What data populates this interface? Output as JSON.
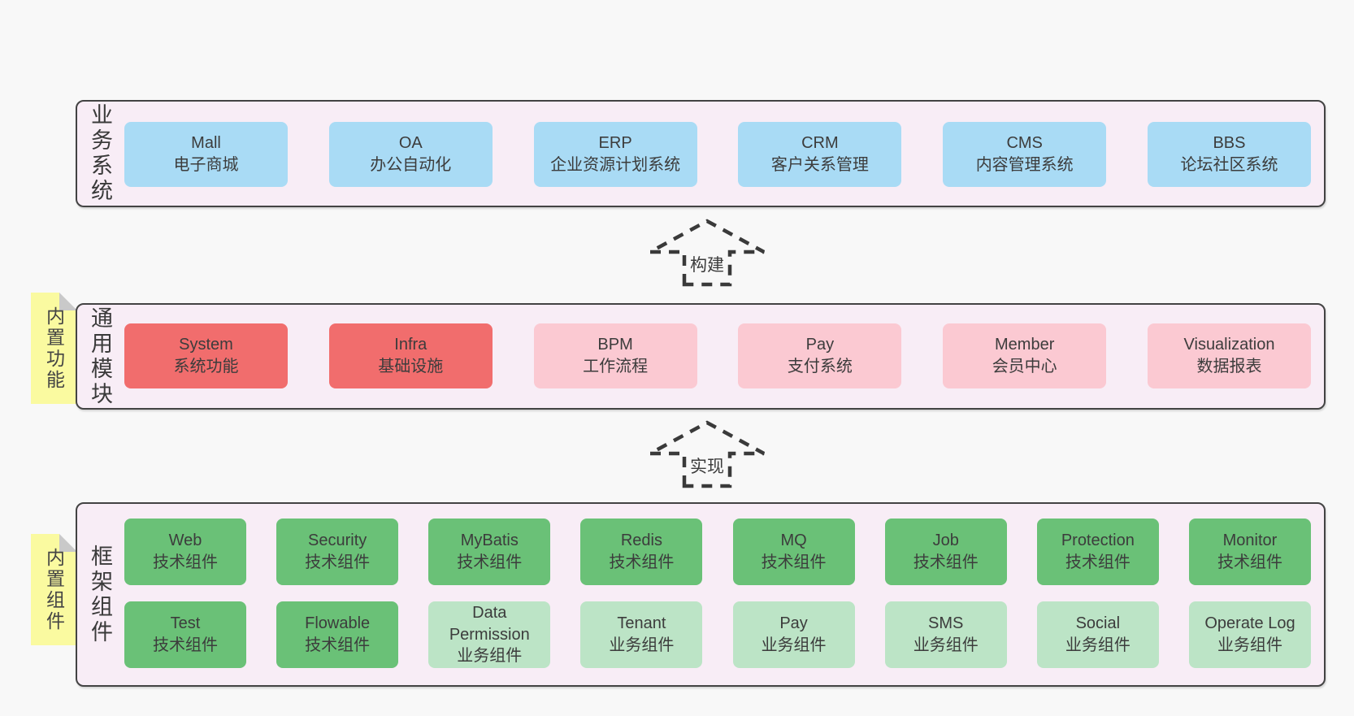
{
  "colors": {
    "page_bg": "#f8f8f8",
    "panel_bg": "#f8edf6",
    "panel_border": "#434343",
    "blue": "#a9dbf5",
    "red": "#f16d6d",
    "pink": "#fbc9d2",
    "green": "#6ac177",
    "light_green": "#bce4c6",
    "tag_yellow": "#fafaa0",
    "text": "#3c3c3c"
  },
  "business": {
    "label": "业务系统",
    "boxes": [
      {
        "name": "Mall",
        "desc": "电子商城",
        "variant": "blue"
      },
      {
        "name": "OA",
        "desc": "办公自动化",
        "variant": "blue"
      },
      {
        "name": "ERP",
        "desc": "企业资源计划系统",
        "variant": "blue"
      },
      {
        "name": "CRM",
        "desc": "客户关系管理",
        "variant": "blue"
      },
      {
        "name": "CMS",
        "desc": "内容管理系统",
        "variant": "blue"
      },
      {
        "name": "BBS",
        "desc": "论坛社区系统",
        "variant": "blue"
      }
    ]
  },
  "arrows": {
    "build": "构建",
    "implement": "实现"
  },
  "modules": {
    "label": "通用模块",
    "tag": "内置功能",
    "boxes": [
      {
        "name": "System",
        "desc": "系统功能",
        "variant": "red"
      },
      {
        "name": "Infra",
        "desc": "基础设施",
        "variant": "red"
      },
      {
        "name": "BPM",
        "desc": "工作流程",
        "variant": "pink"
      },
      {
        "name": "Pay",
        "desc": "支付系统",
        "variant": "pink"
      },
      {
        "name": "Member",
        "desc": "会员中心",
        "variant": "pink"
      },
      {
        "name": "Visualization",
        "desc": "数据报表",
        "variant": "pink"
      }
    ]
  },
  "framework": {
    "label": "框架组件",
    "tag": "内置组件",
    "row1": [
      {
        "name": "Web",
        "desc": "技术组件",
        "variant": "green"
      },
      {
        "name": "Security",
        "desc": "技术组件",
        "variant": "green"
      },
      {
        "name": "MyBatis",
        "desc": "技术组件",
        "variant": "green"
      },
      {
        "name": "Redis",
        "desc": "技术组件",
        "variant": "green"
      },
      {
        "name": "MQ",
        "desc": "技术组件",
        "variant": "green"
      },
      {
        "name": "Job",
        "desc": "技术组件",
        "variant": "green"
      },
      {
        "name": "Protection",
        "desc": "技术组件",
        "variant": "green"
      },
      {
        "name": "Monitor",
        "desc": "技术组件",
        "variant": "green"
      }
    ],
    "row2": [
      {
        "name": "Test",
        "desc": "技术组件",
        "variant": "green"
      },
      {
        "name": "Flowable",
        "desc": "技术组件",
        "variant": "green"
      },
      {
        "name": "Data Permission",
        "desc": "业务组件",
        "variant": "light_green"
      },
      {
        "name": "Tenant",
        "desc": "业务组件",
        "variant": "light_green"
      },
      {
        "name": "Pay",
        "desc": "业务组件",
        "variant": "light_green"
      },
      {
        "name": "SMS",
        "desc": "业务组件",
        "variant": "light_green"
      },
      {
        "name": "Social",
        "desc": "业务组件",
        "variant": "light_green"
      },
      {
        "name": "Operate Log",
        "desc": "业务组件",
        "variant": "light_green"
      }
    ]
  }
}
